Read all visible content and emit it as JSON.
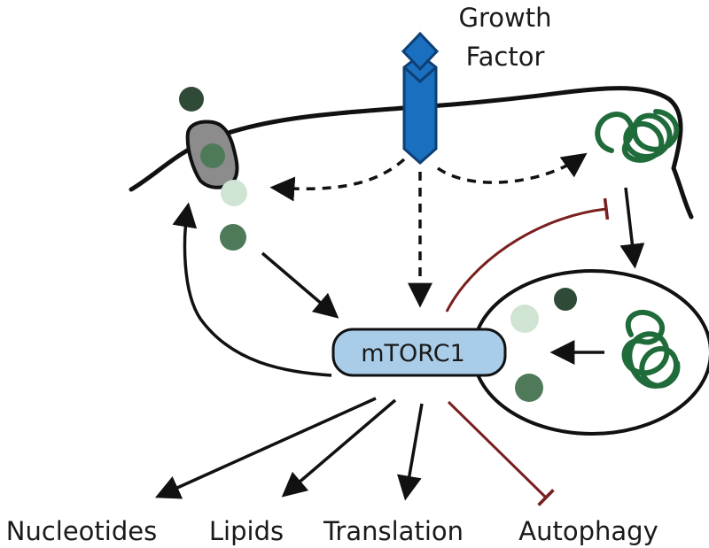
{
  "receptor": {
    "label_line1": "Growth",
    "label_line2": "Factor"
  },
  "hub": {
    "label": "mTORC1"
  },
  "outputs": {
    "nucleotides": "Nucleotides",
    "lipids": "Lipids",
    "translation": "Translation",
    "autophagy": "Autophagy"
  },
  "colors": {
    "receptor_blue": "#1a6fbf",
    "receptor_edge": "#0d3f73",
    "mtorc1_fill": "#a9cde9",
    "protein_green": "#1f6b3a",
    "inhibition_red": "#7a1f1f",
    "transporter_gray": "#8c8c8c",
    "dot_dark": "#2f4a36",
    "dot_mid": "#4f7a5a",
    "dot_light": "#cfe4d2"
  }
}
